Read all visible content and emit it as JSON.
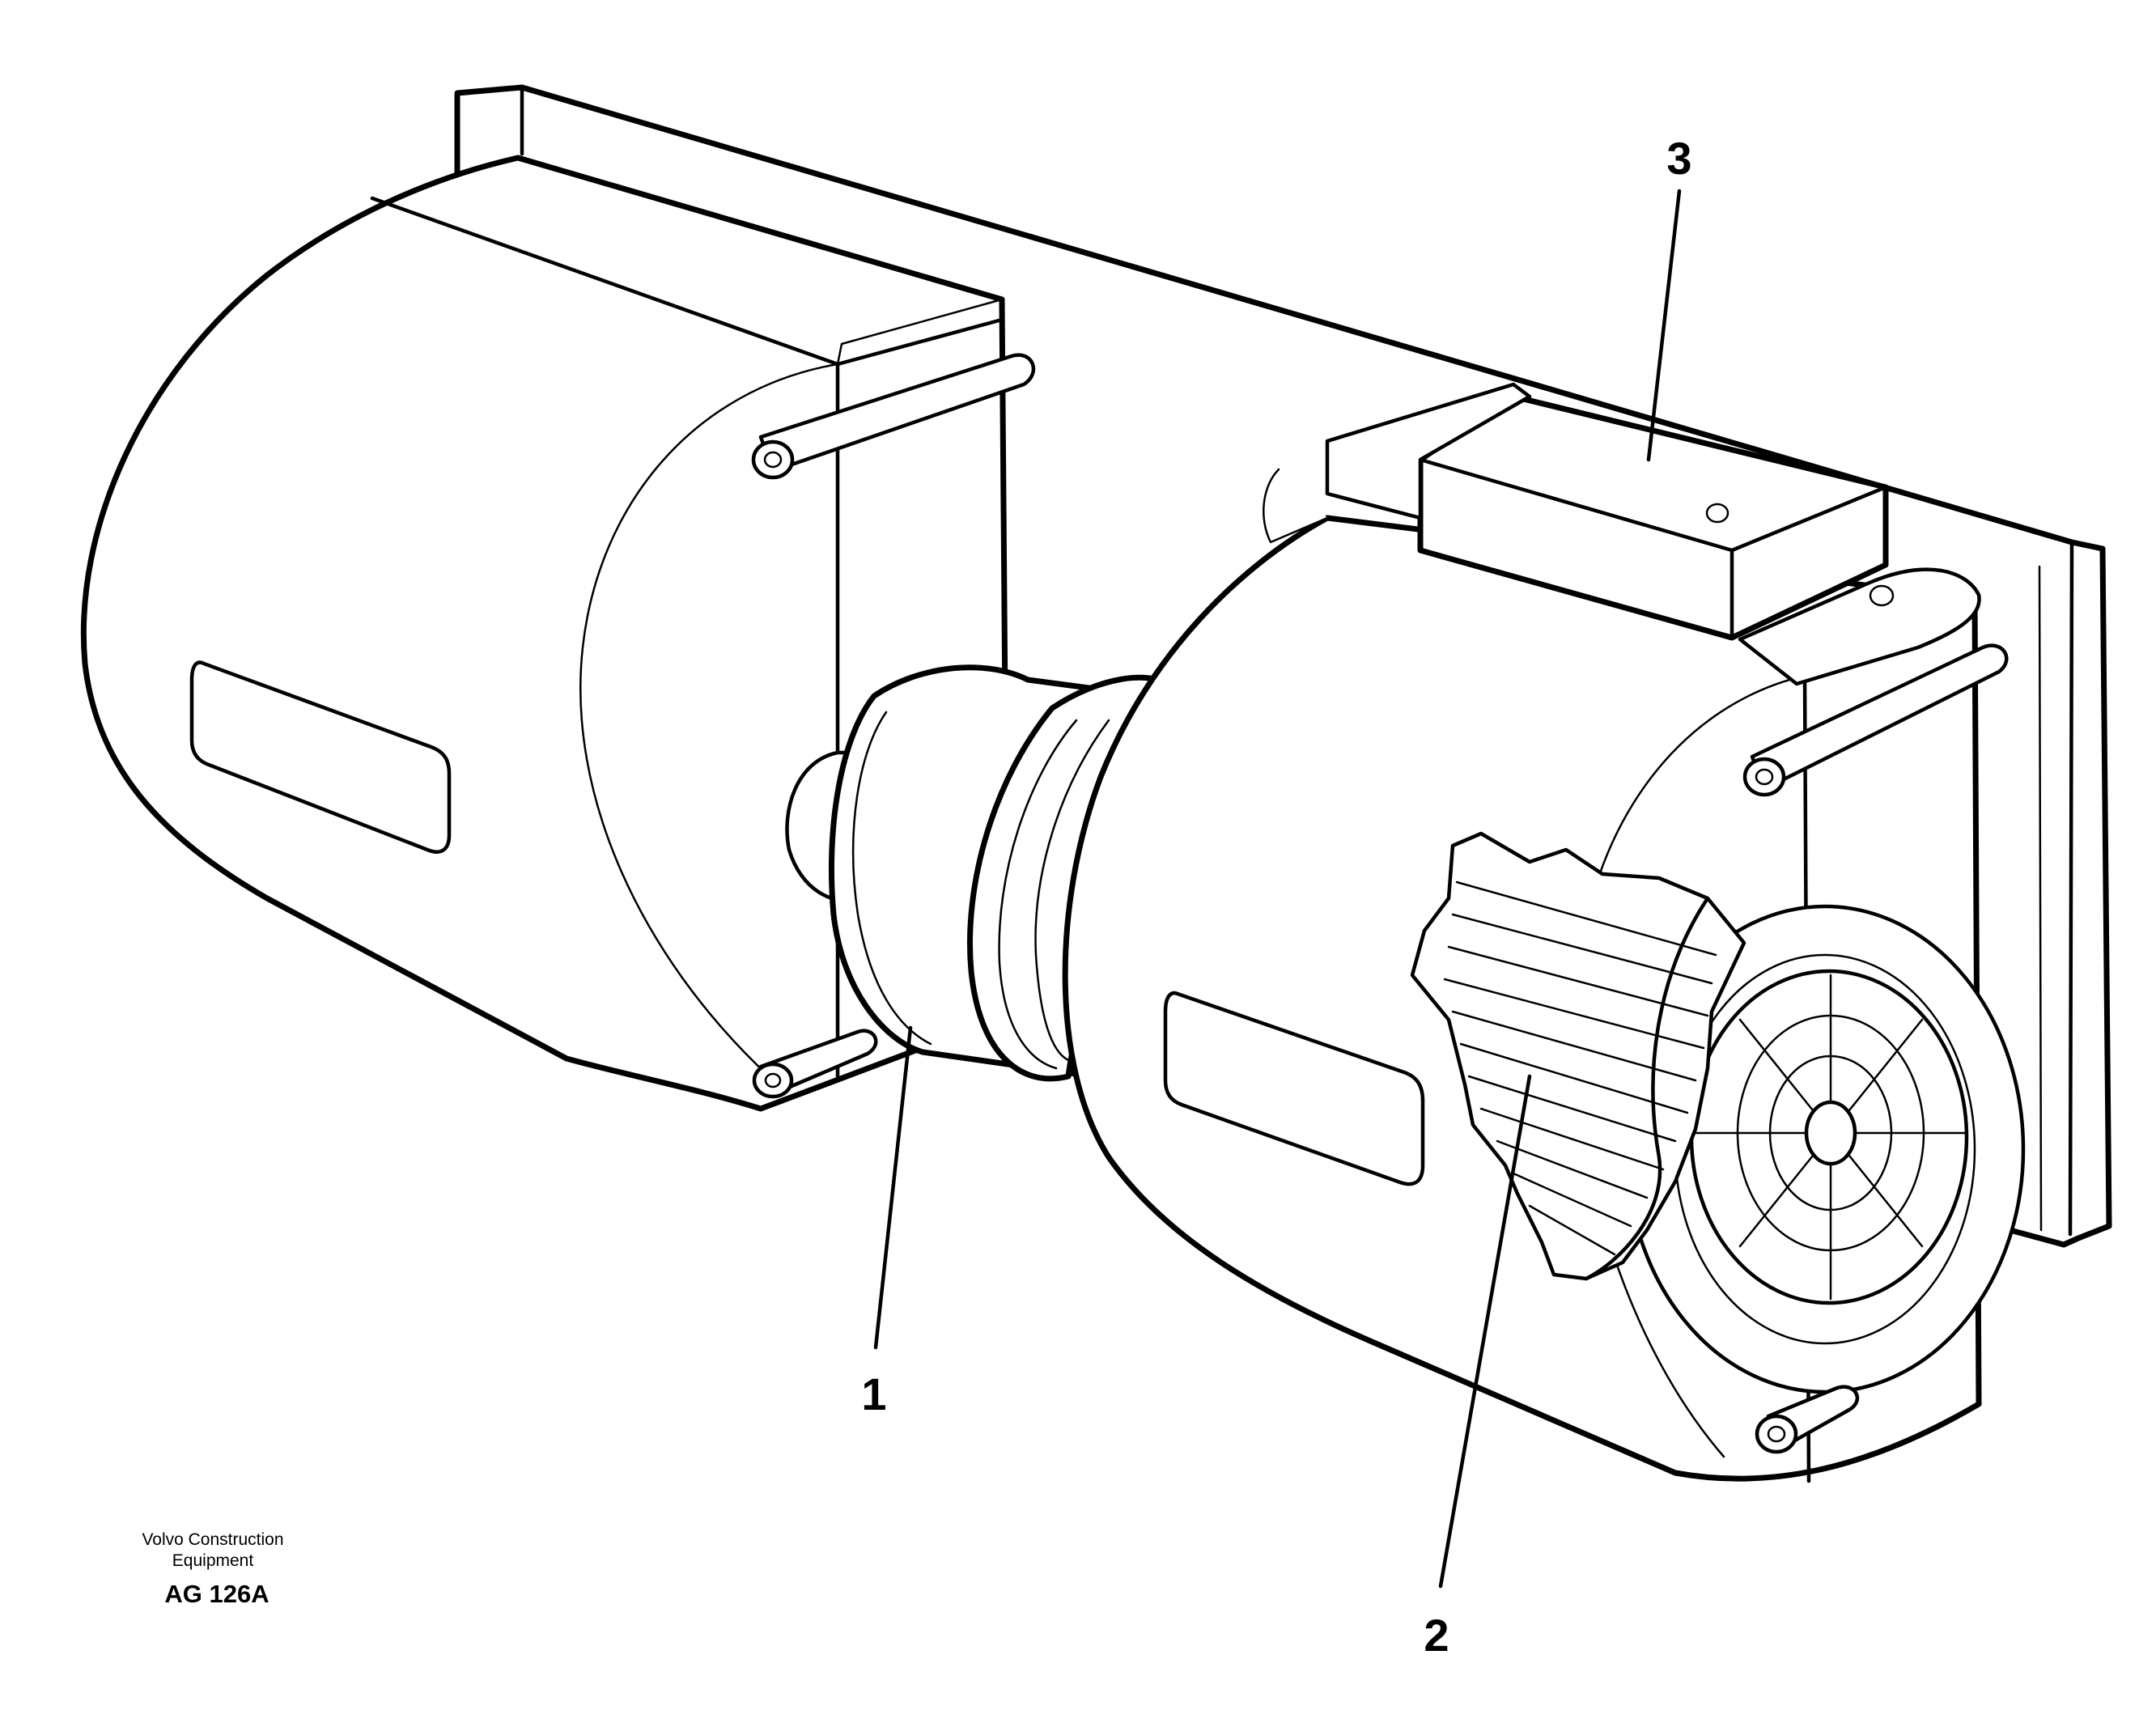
{
  "callouts": [
    {
      "id": "1",
      "label": "1"
    },
    {
      "id": "2",
      "label": "2"
    },
    {
      "id": "3",
      "label": "3"
    }
  ],
  "caption": {
    "line1": "Volvo Construction",
    "line2": "Equipment",
    "code": "AG 126A"
  }
}
